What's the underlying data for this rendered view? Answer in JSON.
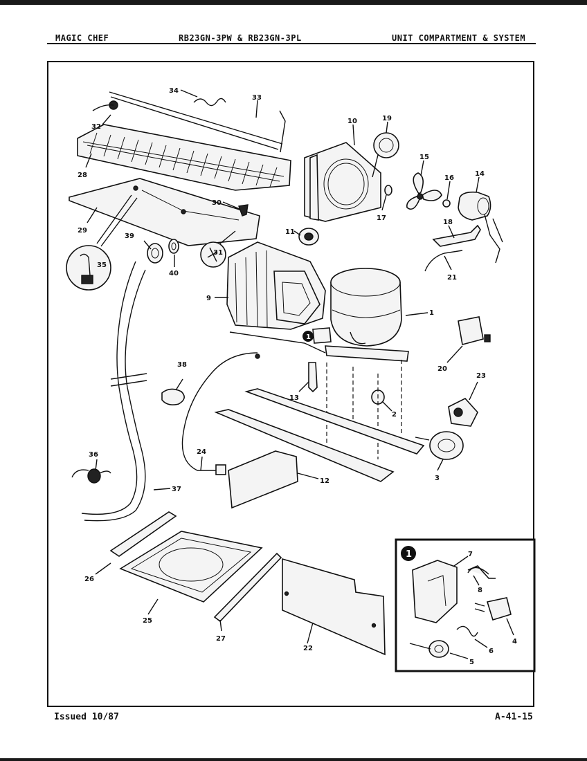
{
  "header": {
    "brand": "MAGIC CHEF",
    "models": "RB23GN-3PW & RB23GN-3PL",
    "section": "UNIT COMPARTMENT & SYSTEM"
  },
  "footer": {
    "issued": "Issued 10/87",
    "page_code": "A-41-15"
  },
  "inset": {
    "marker": "1"
  },
  "callouts": [
    {
      "id": "c1",
      "label": "1"
    },
    {
      "id": "c2",
      "label": "2"
    },
    {
      "id": "c3",
      "label": "3"
    },
    {
      "id": "c4",
      "label": "4"
    },
    {
      "id": "c5",
      "label": "5"
    },
    {
      "id": "c6",
      "label": "6"
    },
    {
      "id": "c7",
      "label": "7"
    },
    {
      "id": "c8",
      "label": "8"
    },
    {
      "id": "c9",
      "label": "9"
    },
    {
      "id": "c10",
      "label": "10"
    },
    {
      "id": "c11",
      "label": "11"
    },
    {
      "id": "c12",
      "label": "12"
    },
    {
      "id": "c13",
      "label": "13"
    },
    {
      "id": "c14",
      "label": "14"
    },
    {
      "id": "c15",
      "label": "15"
    },
    {
      "id": "c16",
      "label": "16"
    },
    {
      "id": "c17",
      "label": "17"
    },
    {
      "id": "c18",
      "label": "18"
    },
    {
      "id": "c19",
      "label": "19"
    },
    {
      "id": "c20",
      "label": "20"
    },
    {
      "id": "c21",
      "label": "21"
    },
    {
      "id": "c22",
      "label": "22"
    },
    {
      "id": "c23",
      "label": "23"
    },
    {
      "id": "c24",
      "label": "24"
    },
    {
      "id": "c25",
      "label": "25"
    },
    {
      "id": "c26",
      "label": "26"
    },
    {
      "id": "c27",
      "label": "27"
    },
    {
      "id": "c28",
      "label": "28"
    },
    {
      "id": "c29",
      "label": "29"
    },
    {
      "id": "c30",
      "label": "30"
    },
    {
      "id": "c31",
      "label": "31"
    },
    {
      "id": "c32",
      "label": "32"
    },
    {
      "id": "c33",
      "label": "33"
    },
    {
      "id": "c34",
      "label": "34"
    },
    {
      "id": "c35",
      "label": "35"
    },
    {
      "id": "c36",
      "label": "36"
    },
    {
      "id": "c37",
      "label": "37"
    },
    {
      "id": "c38",
      "label": "38"
    },
    {
      "id": "c39",
      "label": "39"
    },
    {
      "id": "c40",
      "label": "40"
    }
  ]
}
